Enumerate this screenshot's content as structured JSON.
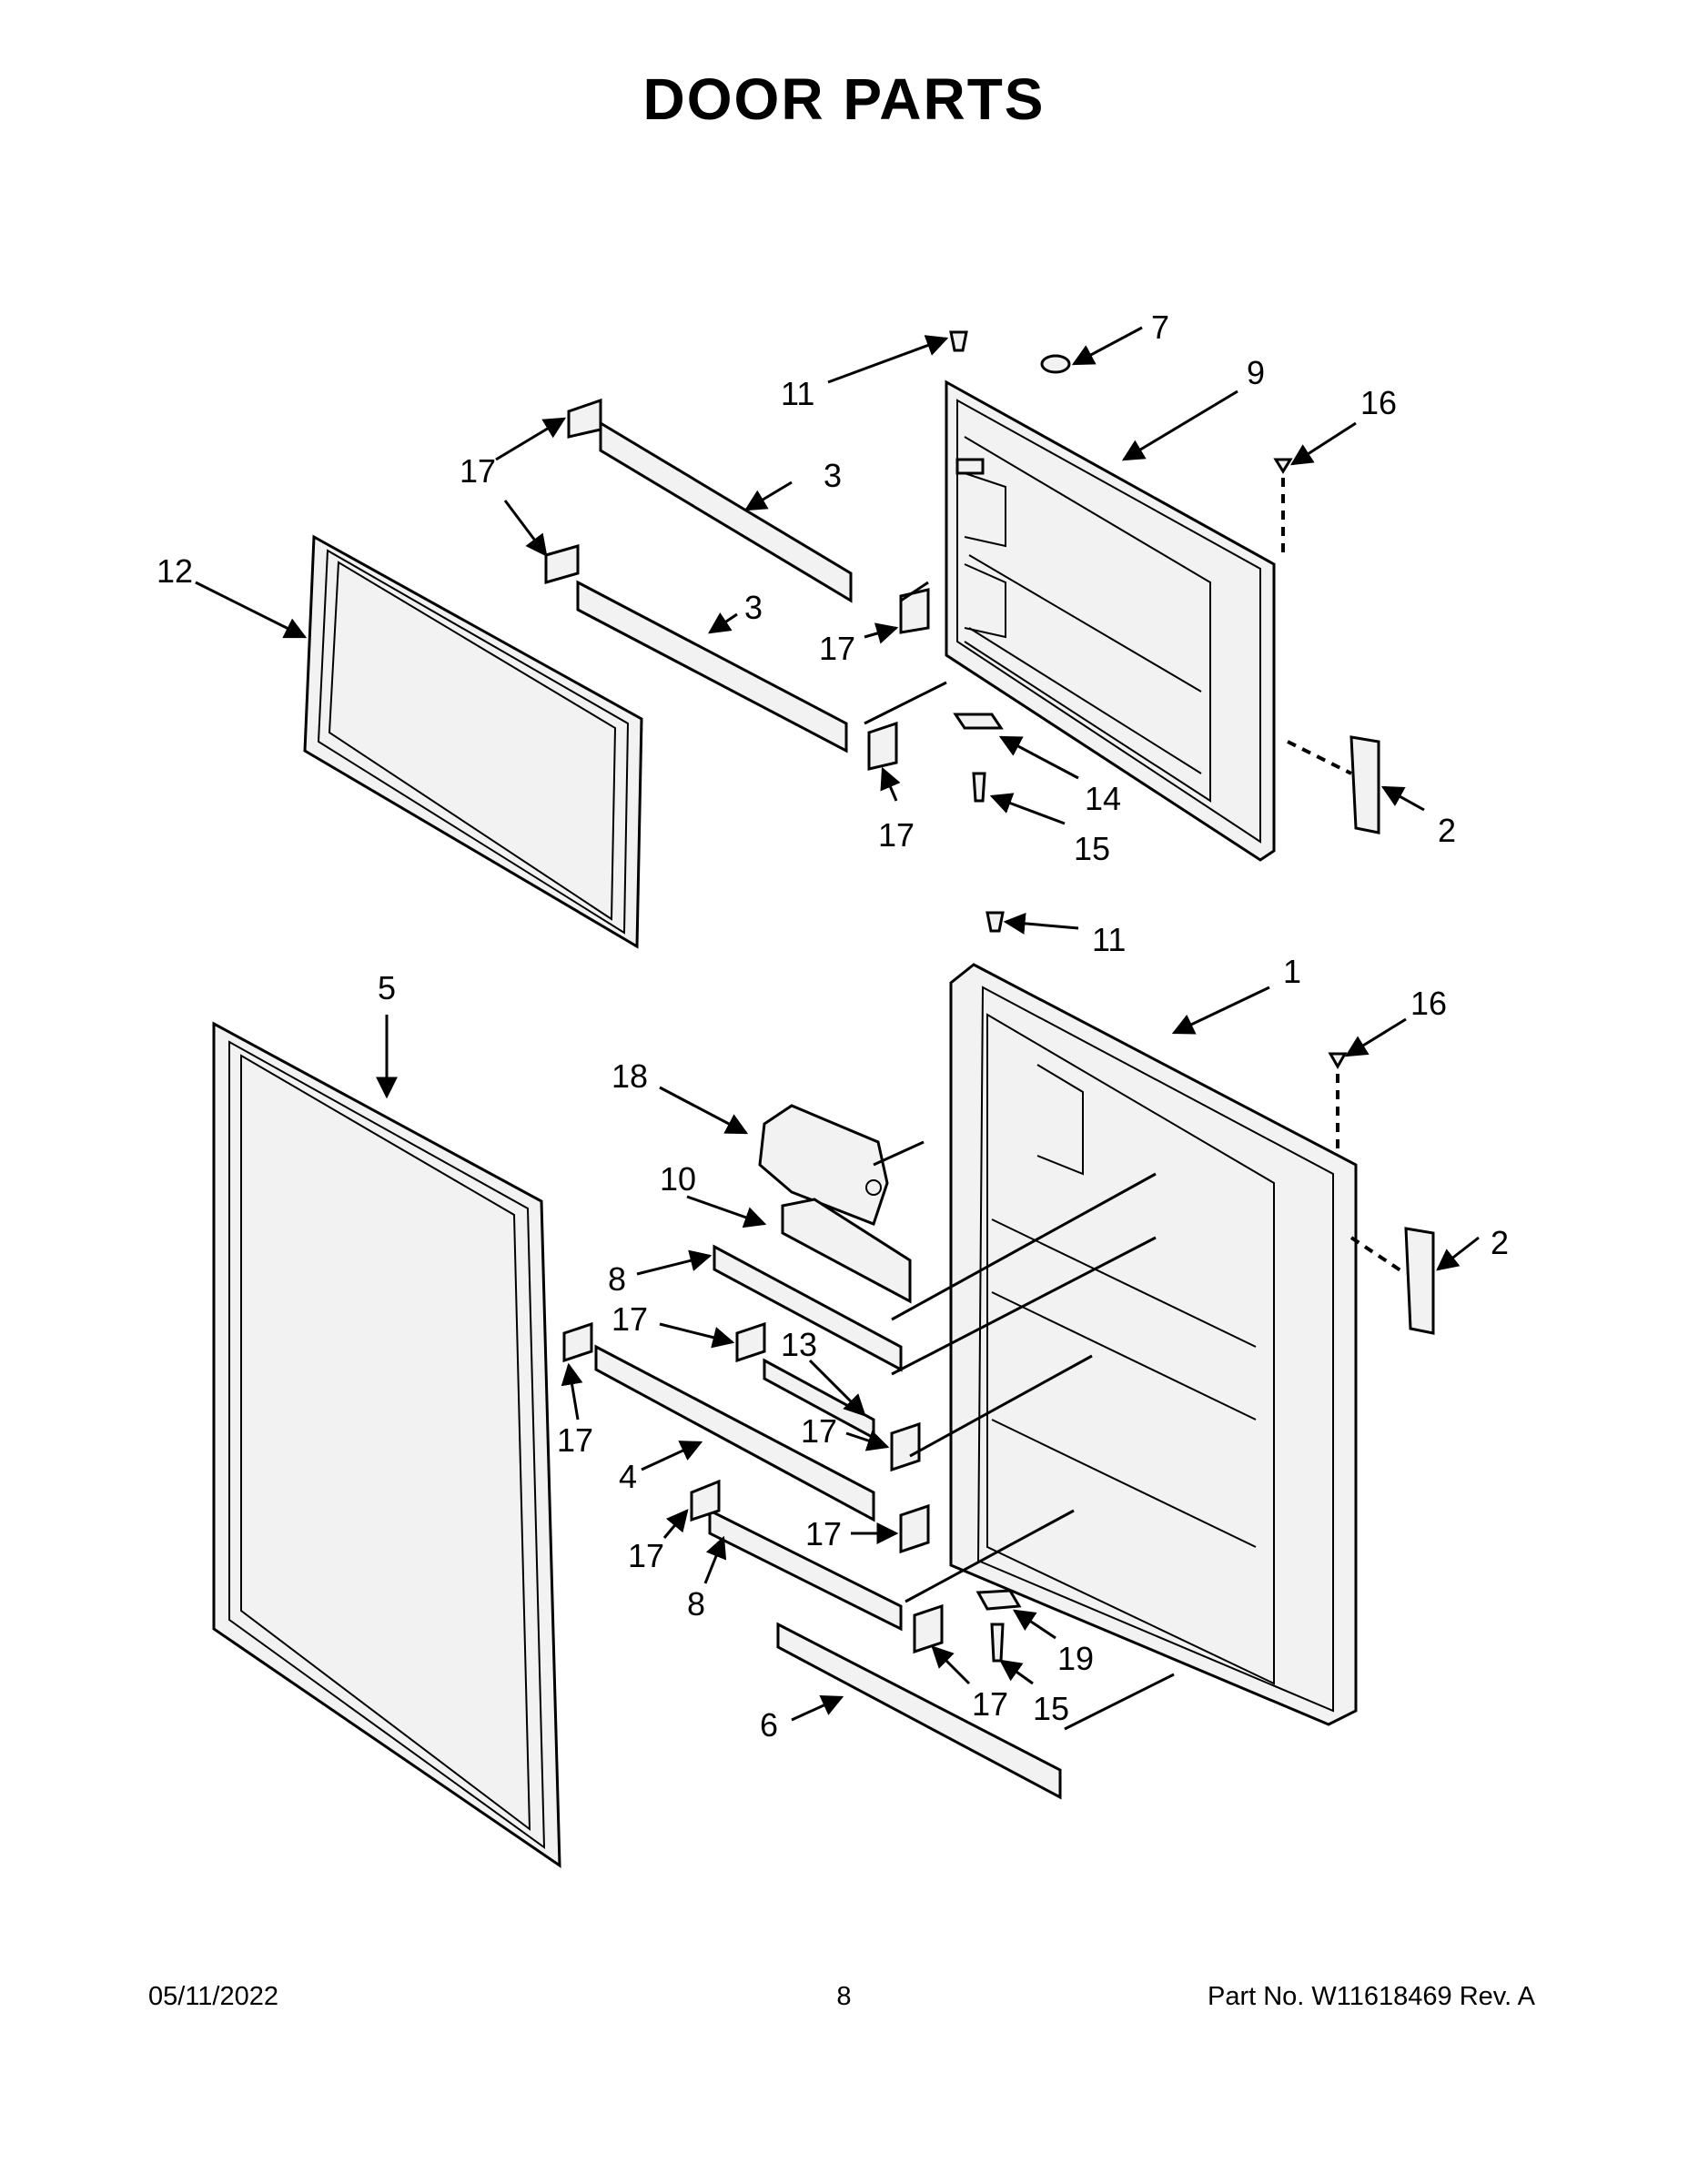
{
  "title": "DOOR PARTS",
  "footer": {
    "date": "05/11/2022",
    "page": "8",
    "part": "Part No.  W11618469   Rev.  A"
  },
  "callouts": [
    {
      "id": "c11a",
      "label": "11"
    },
    {
      "id": "c7",
      "label": "7"
    },
    {
      "id": "c9",
      "label": "9"
    },
    {
      "id": "c16a",
      "label": "16"
    },
    {
      "id": "c17a",
      "label": "17"
    },
    {
      "id": "c3a",
      "label": "3"
    },
    {
      "id": "c12",
      "label": "12"
    },
    {
      "id": "c3b",
      "label": "3"
    },
    {
      "id": "c17b",
      "label": "17"
    },
    {
      "id": "c17c",
      "label": "17"
    },
    {
      "id": "c14",
      "label": "14"
    },
    {
      "id": "c15a",
      "label": "15"
    },
    {
      "id": "c2a",
      "label": "2"
    },
    {
      "id": "c11b",
      "label": "11"
    },
    {
      "id": "c1",
      "label": "1"
    },
    {
      "id": "c5",
      "label": "5"
    },
    {
      "id": "c16b",
      "label": "16"
    },
    {
      "id": "c18",
      "label": "18"
    },
    {
      "id": "c10",
      "label": "10"
    },
    {
      "id": "c2b",
      "label": "2"
    },
    {
      "id": "c8a",
      "label": "8"
    },
    {
      "id": "c17d",
      "label": "17"
    },
    {
      "id": "c13",
      "label": "13"
    },
    {
      "id": "c17e",
      "label": "17"
    },
    {
      "id": "c17f",
      "label": "17"
    },
    {
      "id": "c4",
      "label": "4"
    },
    {
      "id": "c17g",
      "label": "17"
    },
    {
      "id": "c17h",
      "label": "17"
    },
    {
      "id": "c8b",
      "label": "8"
    },
    {
      "id": "c19",
      "label": "19"
    },
    {
      "id": "c17i",
      "label": "17"
    },
    {
      "id": "c15b",
      "label": "15"
    },
    {
      "id": "c6",
      "label": "6"
    }
  ]
}
